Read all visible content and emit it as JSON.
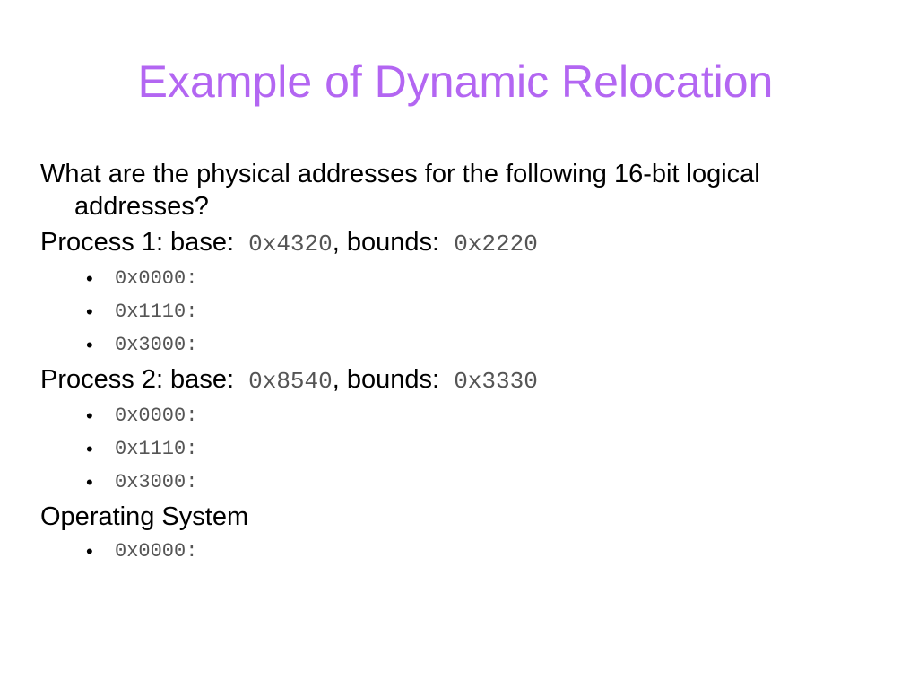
{
  "colors": {
    "title": "#b366f2",
    "mono_text": "#555555",
    "body_text": "#000000"
  },
  "slide": {
    "title": "Example of Dynamic Relocation",
    "question": "What are the physical addresses for the following 16-bit logical addresses?",
    "process1": {
      "label": "Process 1: base:",
      "base": "0x4320",
      "bounds_label": ", bounds:",
      "bounds": "0x2220",
      "addresses": [
        "0x0000:",
        "0x1110:",
        "0x3000:"
      ]
    },
    "process2": {
      "label": "Process 2: base:",
      "base": "0x8540",
      "bounds_label": ", bounds:",
      "bounds": "0x3330",
      "addresses": [
        "0x0000:",
        "0x1110:",
        "0x3000:"
      ]
    },
    "os": {
      "label": "Operating System",
      "addresses": [
        "0x0000:"
      ]
    },
    "bullet_glyph": "•"
  }
}
